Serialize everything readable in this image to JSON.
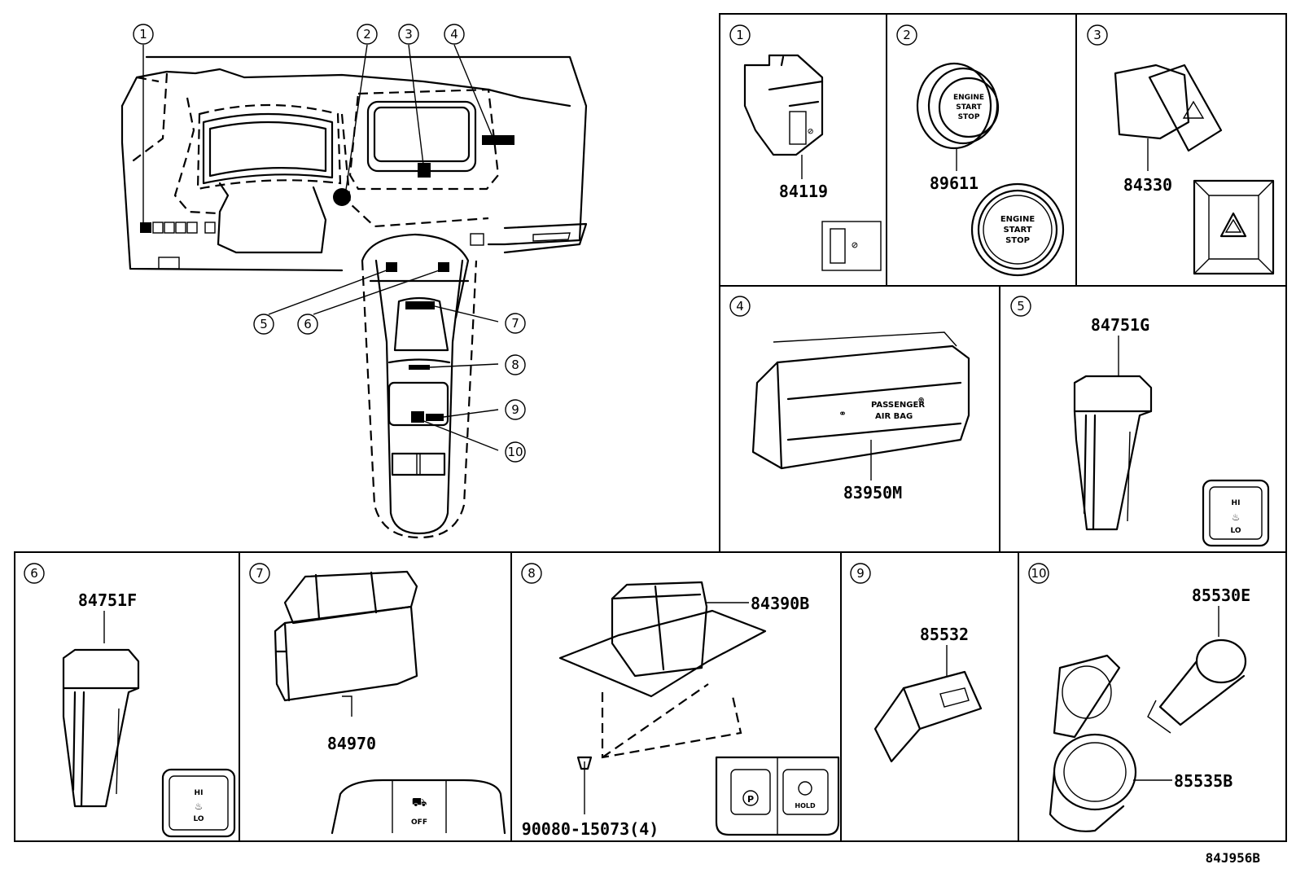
{
  "diagram_id": "84J956B",
  "callouts": [
    "1",
    "2",
    "3",
    "4",
    "5",
    "6",
    "7",
    "8",
    "9",
    "10"
  ],
  "panels": [
    {
      "num": "1",
      "parts": [
        "84119"
      ]
    },
    {
      "num": "2",
      "parts": [
        "89611"
      ],
      "labels": [
        "ENGINE",
        "START",
        "STOP"
      ]
    },
    {
      "num": "3",
      "parts": [
        "84330"
      ]
    },
    {
      "num": "4",
      "parts": [
        "83950M"
      ],
      "labels": [
        "PASSENGER",
        "AIR BAG"
      ]
    },
    {
      "num": "5",
      "parts": [
        "84751G"
      ],
      "labels": [
        "HI",
        "LO"
      ]
    },
    {
      "num": "6",
      "parts": [
        "84751F"
      ],
      "labels": [
        "HI",
        "LO"
      ]
    },
    {
      "num": "7",
      "parts": [
        "84970"
      ],
      "labels": [
        "OFF"
      ]
    },
    {
      "num": "8",
      "parts": [
        "84390B",
        "90080-15073(4)"
      ],
      "labels": [
        "P",
        "HOLD"
      ]
    },
    {
      "num": "9",
      "parts": [
        "85532"
      ]
    },
    {
      "num": "10",
      "parts": [
        "85530E",
        "85535B"
      ]
    }
  ]
}
